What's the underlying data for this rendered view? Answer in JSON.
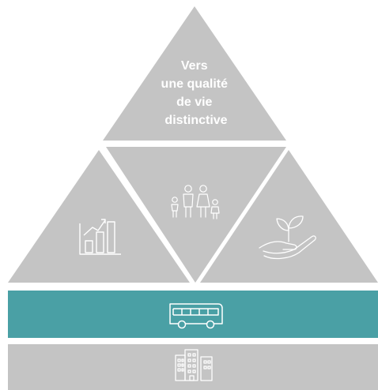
{
  "top_triangle": {
    "title_lines": [
      "Vers",
      "une qualité",
      "de vie",
      "distinctive"
    ]
  },
  "icons": {
    "left": "growth-chart-icon",
    "center": "family-icon",
    "right": "plant-in-hand-icon",
    "band": "bus-icon",
    "base": "buildings-icon"
  },
  "colors": {
    "triangle_gray": "#c4c4c4",
    "band_teal": "#4aa0a5",
    "base_gray": "#c4c4c4",
    "icon_stroke": "#ffffff"
  }
}
